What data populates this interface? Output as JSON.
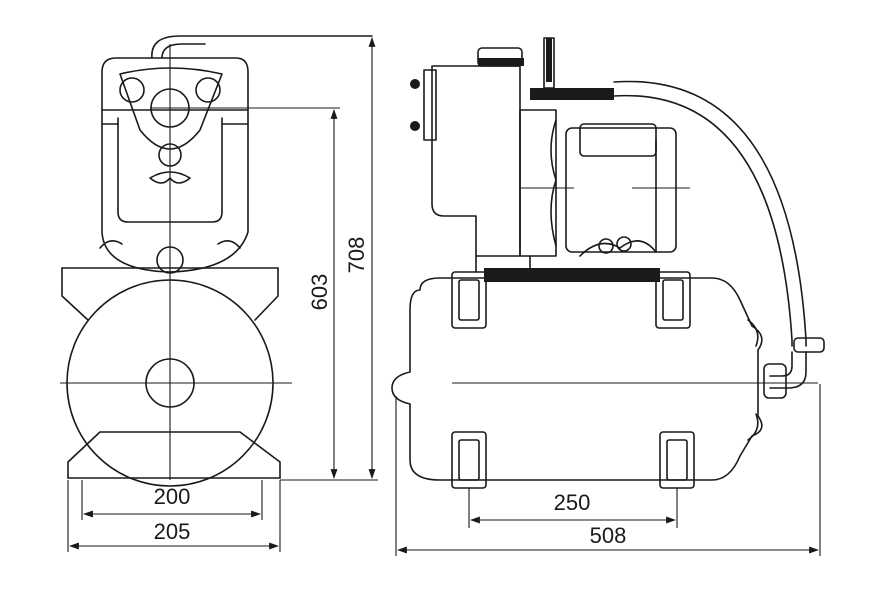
{
  "dimensions": {
    "front_base_inner": "200",
    "front_base_outer": "205",
    "front_axis_height": "603",
    "front_total_height": "708",
    "side_feet_spacing": "250",
    "side_total_length": "508"
  },
  "colors": {
    "line": "#1a1a1a",
    "background": "#ffffff"
  }
}
